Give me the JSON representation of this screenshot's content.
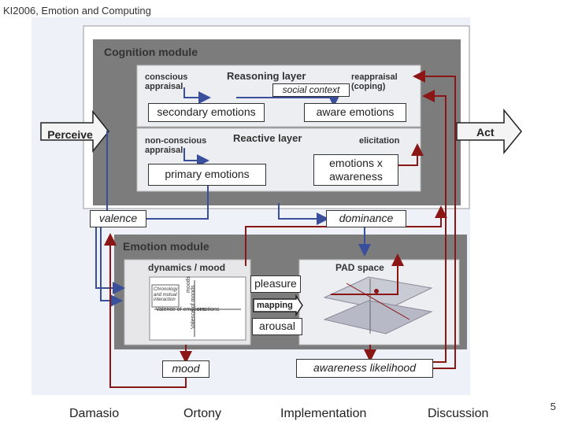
{
  "header": {
    "title": "KI2006, Emotion and Computing"
  },
  "diagram": {
    "cognition_module": "Cognition module",
    "reasoning_layer": "Reasoning layer",
    "reactive_layer": "Reactive layer",
    "conscious_appraisal": "conscious appraisal",
    "reappraisal": "reappraisal (coping)",
    "non_conscious_appraisal": "non-conscious appraisal",
    "elicitation": "elicitation",
    "social_context": "social context",
    "secondary_emotions": "secondary emotions",
    "aware_emotions": "aware emotions",
    "primary_emotions": "primary emotions",
    "emotions_x_awareness": "emotions x awareness",
    "perceive": "Perceive",
    "act": "Act",
    "valence": "valence",
    "dominance": "dominance",
    "emotion_module": "Emotion module",
    "dynamics_mood": "dynamics / mood",
    "pad_space": "PAD space",
    "chronology": "Chronology and mutual interaction",
    "moods": "moods",
    "emotions_axis": "emotions",
    "valence_of_emotions": "Valence of emotions",
    "valence_of_moods": "Valence of moods",
    "pleasure": "pleasure",
    "mapping": "mapping",
    "arousal": "arousal",
    "mood": "mood",
    "awareness_likelihood": "awareness likelihood"
  },
  "nav": {
    "damasio": "Damasio",
    "ortony": "Ortony",
    "implementation": "Implementation",
    "discussion": "Discussion"
  },
  "page_number": "5",
  "colors": {
    "blue_arrow": "#3a4f9c",
    "red_arrow": "#8a1616",
    "panel_gray": "#7c7c7c"
  }
}
